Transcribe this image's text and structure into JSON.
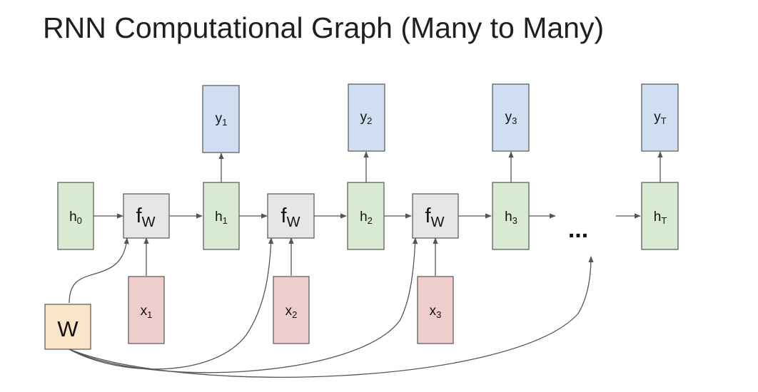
{
  "title": "RNN Computational Graph (Many to Many)",
  "colors": {
    "hidden": "#d9ead3",
    "output": "#cfdef0",
    "input": "#f0cdcd",
    "function": "#e6e6e6",
    "weight": "#fbe5c8",
    "edge": "#555555"
  },
  "nodes": {
    "h0": {
      "base": "h",
      "sub": "0"
    },
    "h1": {
      "base": "h",
      "sub": "1"
    },
    "h2": {
      "base": "h",
      "sub": "2"
    },
    "h3": {
      "base": "h",
      "sub": "3"
    },
    "hT": {
      "base": "h",
      "sub": "T"
    },
    "y1": {
      "base": "y",
      "sub": "1"
    },
    "y2": {
      "base": "y",
      "sub": "2"
    },
    "y3": {
      "base": "y",
      "sub": "3"
    },
    "yT": {
      "base": "y",
      "sub": "T"
    },
    "x1": {
      "base": "x",
      "sub": "1"
    },
    "x2": {
      "base": "x",
      "sub": "2"
    },
    "x3": {
      "base": "x",
      "sub": "3"
    },
    "f1": {
      "base": "f",
      "sub": "W"
    },
    "f2": {
      "base": "f",
      "sub": "W"
    },
    "f3": {
      "base": "f",
      "sub": "W"
    },
    "W": {
      "label": "W"
    }
  },
  "ellipsis": "..."
}
